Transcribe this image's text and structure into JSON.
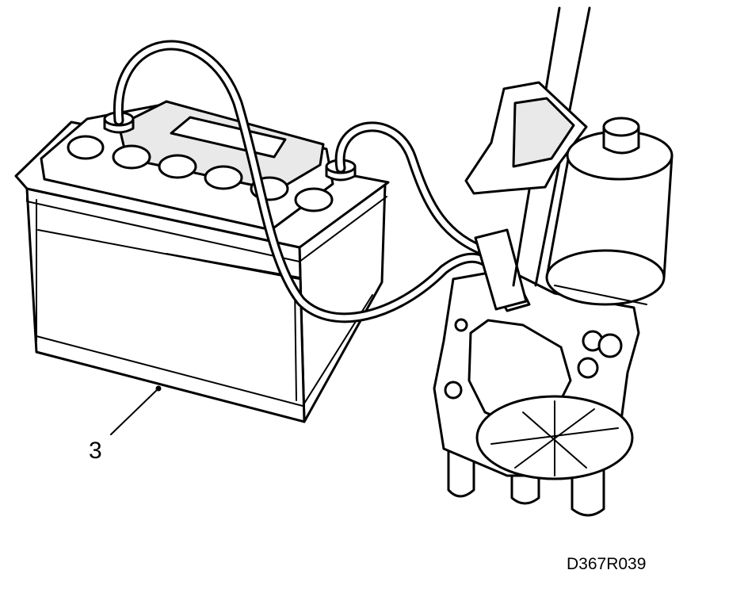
{
  "diagram": {
    "callouts": [
      {
        "id": "battery",
        "number": "3"
      }
    ],
    "drawing_code": "D367R039"
  }
}
